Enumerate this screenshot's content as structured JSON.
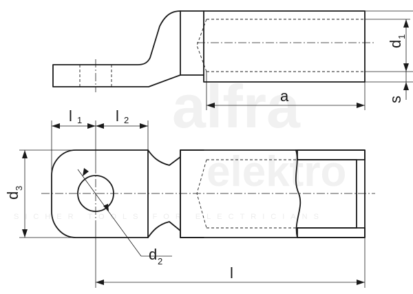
{
  "watermark": {
    "brand": "alfra",
    "sub_brand": "elektro",
    "tagline": "SICHER TOOLS FOR ELECTRICIANS"
  },
  "dimensions": {
    "d1": {
      "main": "d",
      "sub": "1"
    },
    "s": {
      "main": "s"
    },
    "a": {
      "main": "a"
    },
    "l1": {
      "main": "l",
      "sub": "1"
    },
    "l2": {
      "main": "l",
      "sub": "2"
    },
    "d3": {
      "main": "d",
      "sub": "3"
    },
    "d2": {
      "main": "d",
      "sub": "2"
    },
    "l": {
      "main": "l"
    }
  }
}
